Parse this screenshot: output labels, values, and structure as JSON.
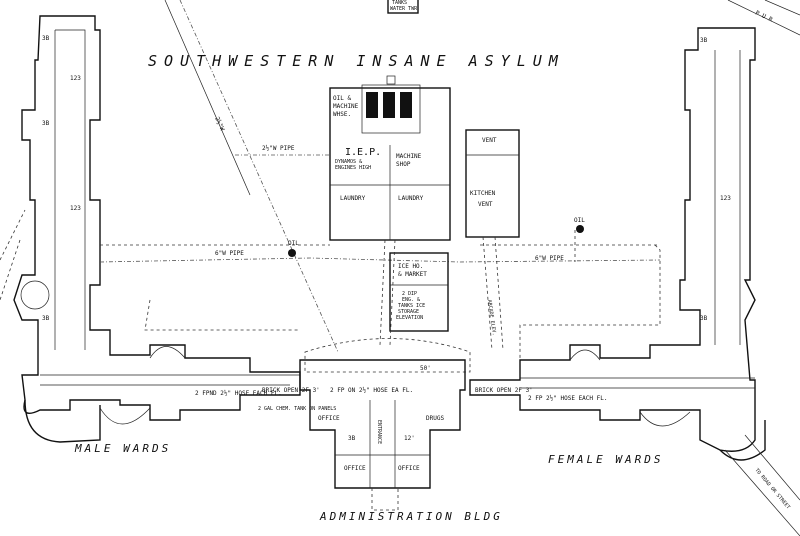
{
  "map": {
    "title": "SOUTHWESTERN INSANE ASYLUM",
    "wing_labels": {
      "male": "MALE WARDS",
      "female": "FEMALE WARDS",
      "admin": "ADMINISTRATION BLDG"
    },
    "buildings": {
      "kitchen": [
        "KITCHEN",
        "VENT"
      ],
      "laundry_left": "LAUNDRY",
      "laundry_right": "LAUNDRY",
      "machine_shop": [
        "MACHINE",
        "SHOP"
      ],
      "oil_shop": [
        "OIL &",
        "MACHINE",
        "WHSE."
      ],
      "dynamo": [
        "DYNAMOS &",
        "ENGINES HIGH"
      ],
      "ice_house": [
        "ICE HO.",
        "& MARKET"
      ],
      "ice_sub": [
        "2 DIP",
        "ENG. &",
        "TANKS ICE",
        "STORAGE",
        "ELEVATION"
      ],
      "iep": "I.E.P.",
      "vent": "VENT",
      "top_box": [
        "TANKS",
        "WATER TWR"
      ]
    },
    "admin_rooms": [
      "OFFICE",
      "DRUGS",
      "OFFICE",
      "OFFICE",
      "ENTRANCE"
    ],
    "pipes": {
      "pipe_top": "2½\"W PIPE",
      "pipe_left": "6\"W PIPE",
      "pipe_right": "6\"W PIPE",
      "pipe_diag": "2½\"W"
    },
    "oil_markers": [
      "OIL",
      "OIL"
    ],
    "street": "P U R",
    "road_label": "TO ROAD OR STREET",
    "misc_notes": {
      "n1": "2 FPND 2½\" HOSE EACH FL.",
      "n2": "2 GAL CHEM. TANK ON PANELS",
      "n3": "BRICK OPEN 2F 3'",
      "n4": "2 FP ON 2½\" HOSE EA FL.",
      "n5": "BRICK OPEN 2F 3'",
      "n6": "2 FP 2½\" HOSE EACH FL.",
      "n7": "ARCADE ELEV.",
      "n8": "3B",
      "n9": "12'",
      "n10": "50'"
    },
    "story_marks": [
      "3B",
      "123",
      "3B",
      "123",
      "3B",
      "3B",
      "123",
      "3B"
    ]
  }
}
